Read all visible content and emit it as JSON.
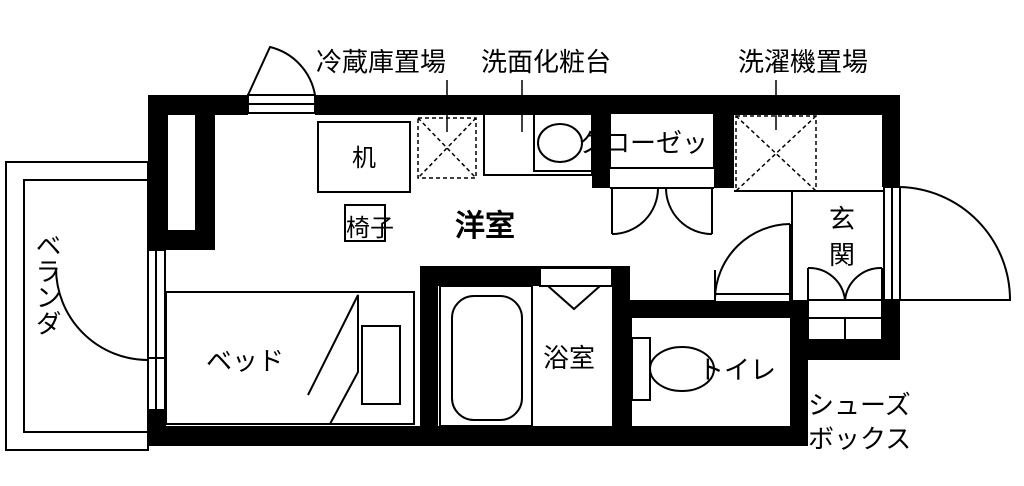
{
  "labels": {
    "fridge": "冷蔵庫置場",
    "vanity": "洗面化粧台",
    "washer": "洗濯機置場",
    "desk": "机",
    "chair": "椅子",
    "western_room": "洋室",
    "closet": "クローゼット",
    "entrance_1": "玄",
    "entrance_2": "関",
    "veranda": "ベランダ",
    "bed": "ベッド",
    "bathroom": "浴室",
    "toilet": "トイレ",
    "shoebox_1": "シューズ",
    "shoebox_2": "ボックス"
  },
  "colors": {
    "wall": "#000000",
    "line": "#000000",
    "background": "#ffffff"
  }
}
